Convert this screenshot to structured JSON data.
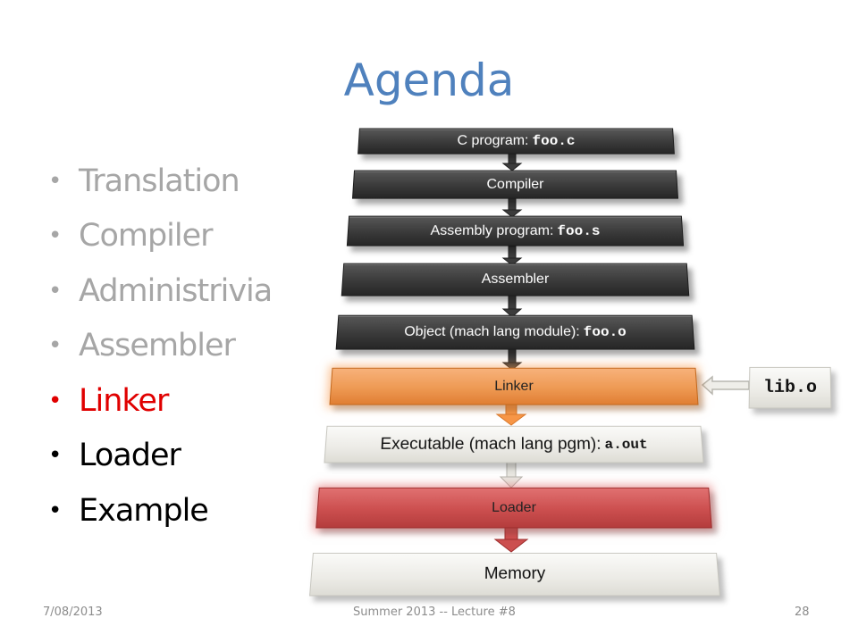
{
  "title": "Agenda",
  "agenda": [
    {
      "label": "Translation",
      "state": "done"
    },
    {
      "label": "Compiler",
      "state": "done"
    },
    {
      "label": "Administrivia",
      "state": "done"
    },
    {
      "label": "Assembler",
      "state": "done"
    },
    {
      "label": "Linker",
      "state": "current"
    },
    {
      "label": "Loader",
      "state": "upcoming"
    },
    {
      "label": "Example",
      "state": "upcoming"
    }
  ],
  "diagram": {
    "c_program": {
      "text": "C program:",
      "code": "foo.c"
    },
    "compiler": {
      "text": "Compiler"
    },
    "assembly_program": {
      "text": "Assembly program:",
      "code": "foo.s"
    },
    "assembler": {
      "text": "Assembler"
    },
    "object": {
      "text": "Object (mach lang module):",
      "code": "foo.o"
    },
    "linker": {
      "text": "Linker"
    },
    "lib": {
      "code": "lib.o"
    },
    "executable": {
      "text": "Executable (mach lang pgm):",
      "code": "a.out"
    },
    "loader": {
      "text": "Loader"
    },
    "memory": {
      "text": "Memory"
    }
  },
  "footer": {
    "date": "7/08/2013",
    "course": "Summer 2013 -- Lecture #8",
    "page": "28"
  },
  "colors": {
    "title": "#4f81bd",
    "done": "#a6a6a6",
    "current": "#e00000",
    "upcoming": "#000000",
    "stage_dark": "#3a3a3a",
    "linker": "#f79646",
    "loader": "#c0504d"
  }
}
